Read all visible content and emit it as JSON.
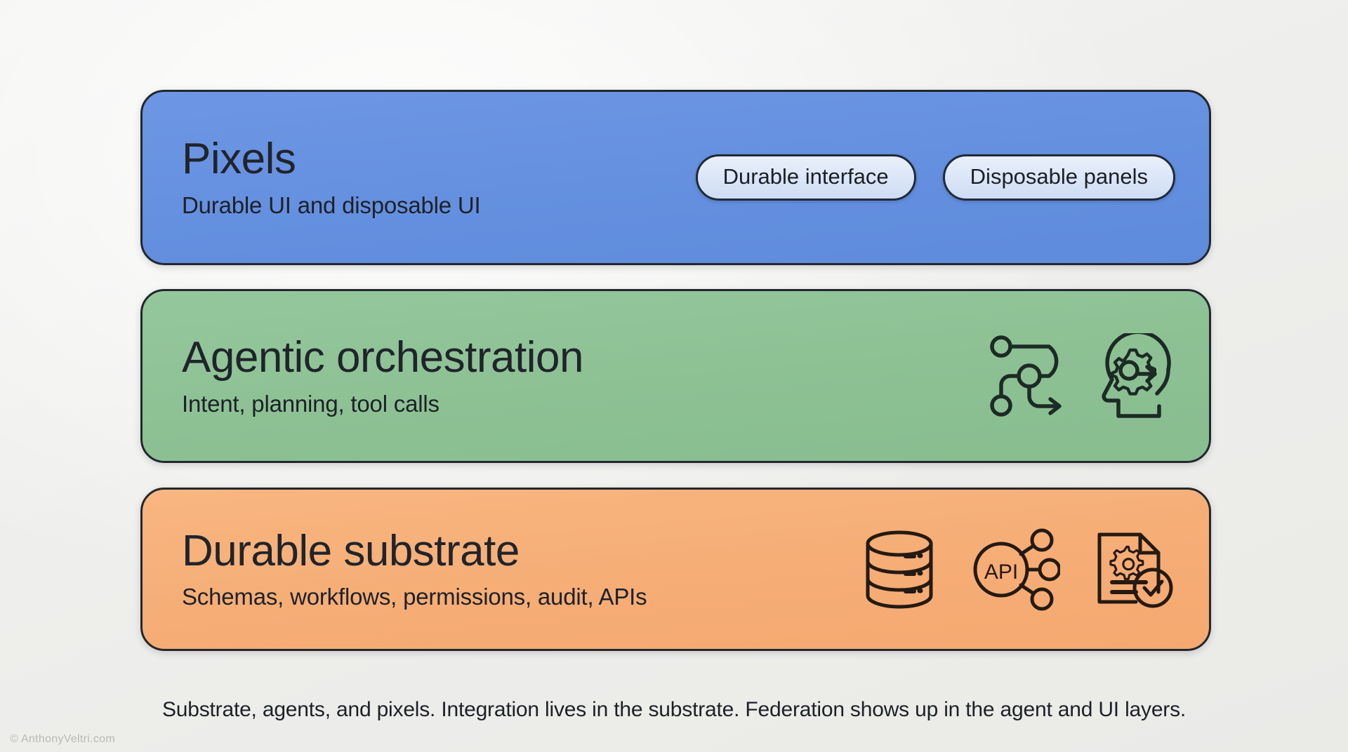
{
  "diagram": {
    "title_alt": "Substrate, agents, and pixels layered stack",
    "caption": "Substrate, agents, and pixels. Integration lives in the substrate. Federation shows up in the agent and UI layers.",
    "watermark": "© AnthonyVeltri.com",
    "background_color": "#f0f0ee",
    "outline_color": "#23272e",
    "text_color": "#20242b",
    "layers": [
      {
        "id": "pixels",
        "title": "Pixels",
        "subtitle": "Durable UI and disposable UI",
        "color": "#6590e0",
        "badges": [
          {
            "label": "Durable interface"
          },
          {
            "label": "Disposable panels"
          }
        ],
        "icons": []
      },
      {
        "id": "agentic",
        "title": "Agentic orchestration",
        "subtitle": "Intent, planning, tool calls",
        "color": "#8dc194",
        "badges": [],
        "icons": [
          {
            "name": "branching-flow-icon"
          },
          {
            "name": "head-with-gear-icon"
          }
        ]
      },
      {
        "id": "substrate",
        "title": "Durable substrate",
        "subtitle": "Schemas, workflows, permissions, audit, APIs",
        "color": "#f6ad76",
        "badges": [],
        "icons": [
          {
            "name": "database-icon"
          },
          {
            "name": "api-hub-icon",
            "label": "API"
          },
          {
            "name": "document-gear-check-icon"
          }
        ]
      }
    ]
  }
}
